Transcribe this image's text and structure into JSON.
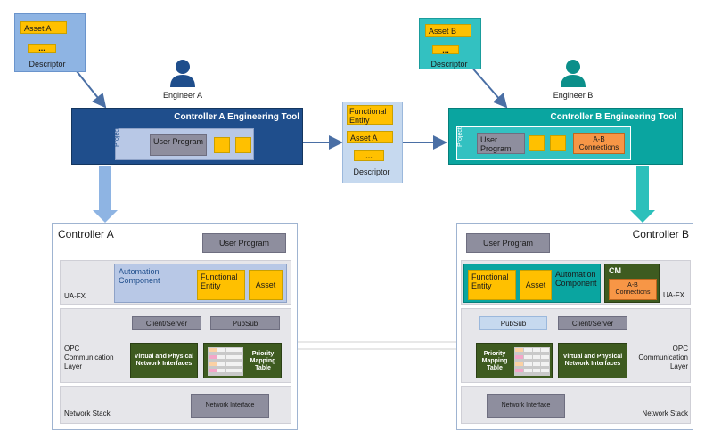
{
  "descriptor_a": {
    "asset": "Asset A",
    "dots": "...",
    "label": "Descriptor"
  },
  "descriptor_b": {
    "asset": "Asset B",
    "dots": "...",
    "label": "Descriptor"
  },
  "descriptor_mid": {
    "functional_entity": "Functional Entity",
    "asset": "Asset A",
    "dots": "...",
    "label": "Descriptor"
  },
  "engineer_a": {
    "label": "Engineer A"
  },
  "engineer_b": {
    "label": "Engineer B"
  },
  "tool_a": {
    "title": "Controller A Engineering Tool",
    "project": "Project",
    "user_program": "User Program"
  },
  "tool_b": {
    "title": "Controller B Engineering Tool",
    "project": "Project",
    "user_program": "User Program",
    "connections": "A-B Connections"
  },
  "controller_a": {
    "title": "Controller A",
    "user_program": "User Program",
    "uafx": "UA-FX",
    "automation_component": "Automation Component",
    "functional_entity": "Functional Entity",
    "asset": "Asset",
    "opc_layer": "OPC Communication Layer",
    "client_server": "Client/Server",
    "pubsub": "PubSub",
    "network_interfaces": "Virtual and Physical Network Interfaces",
    "priority_table": "Priority Mapping Table",
    "network_stack": "Network Stack",
    "network_interface": "Network Interface"
  },
  "controller_b": {
    "title": "Controller B",
    "user_program": "User Program",
    "uafx": "UA-FX",
    "automation_component": "Automation Component",
    "functional_entity": "Functional Entity",
    "asset": "Asset",
    "cm": "CM",
    "connections": "A-B Connections",
    "opc_layer": "OPC Communication Layer",
    "client_server": "Client/Server",
    "pubsub": "PubSub",
    "network_interfaces": "Virtual and Physical Network Interfaces",
    "priority_table": "Priority Mapping Table",
    "network_stack": "Network Stack",
    "network_interface": "Network Interface"
  },
  "colors": {
    "tool_a": "#1f4e8c",
    "tool_b": "#0aa5a0",
    "asset": "#ffc000",
    "connections": "#f79646",
    "engineer_a": "#1f4e8c",
    "engineer_b": "#0b8f8a"
  }
}
